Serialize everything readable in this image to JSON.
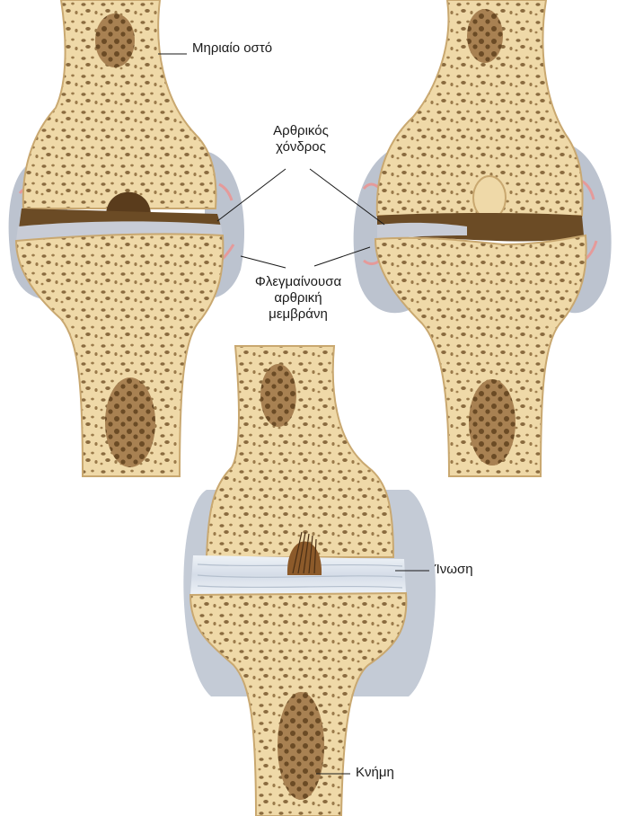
{
  "labels": {
    "femur": "Μηριαίο οστό",
    "cartilage_line1": "Αρθρικός",
    "cartilage_line2": "χόνδρος",
    "membrane_line1": "Φλεγμαίνουσα",
    "membrane_line2": "αρθρική",
    "membrane_line3": "μεμβράνη",
    "fibrosis": "Ίνωση",
    "tibia": "Κνήμη"
  },
  "colors": {
    "bone": "#efd9a8",
    "bone_outline": "#c9a870",
    "pore": "#8a6b3f",
    "marrow": "#6b4b25",
    "cavity": "#4e3418",
    "cartilage": "#c8ccd6",
    "synovium": "#b8bfcc",
    "inflammation": "#e9a0a0",
    "fibrosis": "#dfe6ef"
  }
}
